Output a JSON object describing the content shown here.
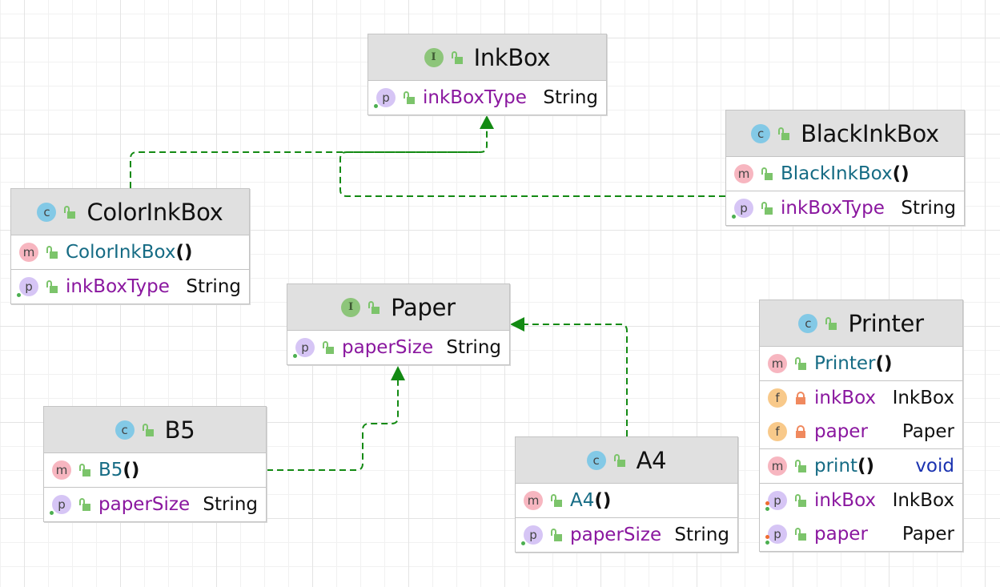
{
  "diagram_type": "UML class diagram",
  "colors": {
    "edge": "#138a13",
    "header_bg": "#e0e0e0",
    "method_name": "#156b84",
    "property_name": "#8a179f",
    "keyword_type": "#1a32b0"
  },
  "nodes": [
    {
      "id": "InkBox",
      "kind": "interface",
      "kind_letter": "I",
      "title": "InkBox",
      "sections": [
        [
          {
            "icon": "P",
            "lock": "open",
            "name": "inkBoxType",
            "type": "String",
            "name_class": "field"
          }
        ]
      ]
    },
    {
      "id": "BlackInkBox",
      "kind": "class",
      "kind_letter": "c",
      "title": "BlackInkBox",
      "sections": [
        [
          {
            "icon": "M",
            "lock": "open",
            "name": "BlackInkBox",
            "parens": "()",
            "type": "",
            "name_class": "method"
          }
        ],
        [
          {
            "icon": "P",
            "lock": "open",
            "name": "inkBoxType",
            "type": "String",
            "name_class": "field"
          }
        ]
      ]
    },
    {
      "id": "ColorInkBox",
      "kind": "class",
      "kind_letter": "c",
      "title": "ColorInkBox",
      "sections": [
        [
          {
            "icon": "M",
            "lock": "open",
            "name": "ColorInkBox",
            "parens": "()",
            "type": "",
            "name_class": "method"
          }
        ],
        [
          {
            "icon": "P",
            "lock": "open",
            "name": "inkBoxType",
            "type": "String",
            "name_class": "field"
          }
        ]
      ]
    },
    {
      "id": "Paper",
      "kind": "interface",
      "kind_letter": "I",
      "title": "Paper",
      "sections": [
        [
          {
            "icon": "P",
            "lock": "open",
            "name": "paperSize",
            "type": "String",
            "name_class": "field"
          }
        ]
      ]
    },
    {
      "id": "Printer",
      "kind": "class",
      "kind_letter": "c",
      "title": "Printer",
      "sections": [
        [
          {
            "icon": "M",
            "lock": "open",
            "name": "Printer",
            "parens": "()",
            "type": "",
            "name_class": "method"
          }
        ],
        [
          {
            "icon": "F",
            "lock": "closed",
            "name": "inkBox",
            "type": "InkBox",
            "name_class": "field"
          },
          {
            "icon": "F",
            "lock": "closed",
            "name": "paper",
            "type": "Paper",
            "name_class": "field"
          }
        ],
        [
          {
            "icon": "M",
            "lock": "open",
            "name": "print",
            "parens": "()",
            "type": "void",
            "type_class": "kw",
            "name_class": "method"
          }
        ],
        [
          {
            "icon": "P2",
            "lock": "open",
            "name": "inkBox",
            "type": "InkBox",
            "name_class": "field"
          },
          {
            "icon": "P2",
            "lock": "open",
            "name": "paper",
            "type": "Paper",
            "name_class": "field"
          }
        ]
      ]
    },
    {
      "id": "B5",
      "kind": "class",
      "kind_letter": "c",
      "title": "B5",
      "sections": [
        [
          {
            "icon": "M",
            "lock": "open",
            "name": "B5",
            "parens": "()",
            "type": "",
            "name_class": "method"
          }
        ],
        [
          {
            "icon": "P",
            "lock": "open",
            "name": "paperSize",
            "type": "String",
            "name_class": "field"
          }
        ]
      ]
    },
    {
      "id": "A4",
      "kind": "class",
      "kind_letter": "c",
      "title": "A4",
      "sections": [
        [
          {
            "icon": "M",
            "lock": "open",
            "name": "A4",
            "parens": "()",
            "type": "",
            "name_class": "method"
          }
        ],
        [
          {
            "icon": "P",
            "lock": "open",
            "name": "paperSize",
            "type": "String",
            "name_class": "field"
          }
        ]
      ]
    }
  ],
  "edges": [
    {
      "from": "ColorInkBox",
      "to": "InkBox",
      "relation": "implements"
    },
    {
      "from": "BlackInkBox",
      "to": "InkBox",
      "relation": "implements"
    },
    {
      "from": "B5",
      "to": "Paper",
      "relation": "implements"
    },
    {
      "from": "A4",
      "to": "Paper",
      "relation": "implements"
    }
  ],
  "icon_legend": {
    "I": "interface-icon",
    "C": "class-icon",
    "M": "method-icon",
    "F": "field-icon",
    "P": "property-icon",
    "P2": "property-getter-setter-icon"
  }
}
